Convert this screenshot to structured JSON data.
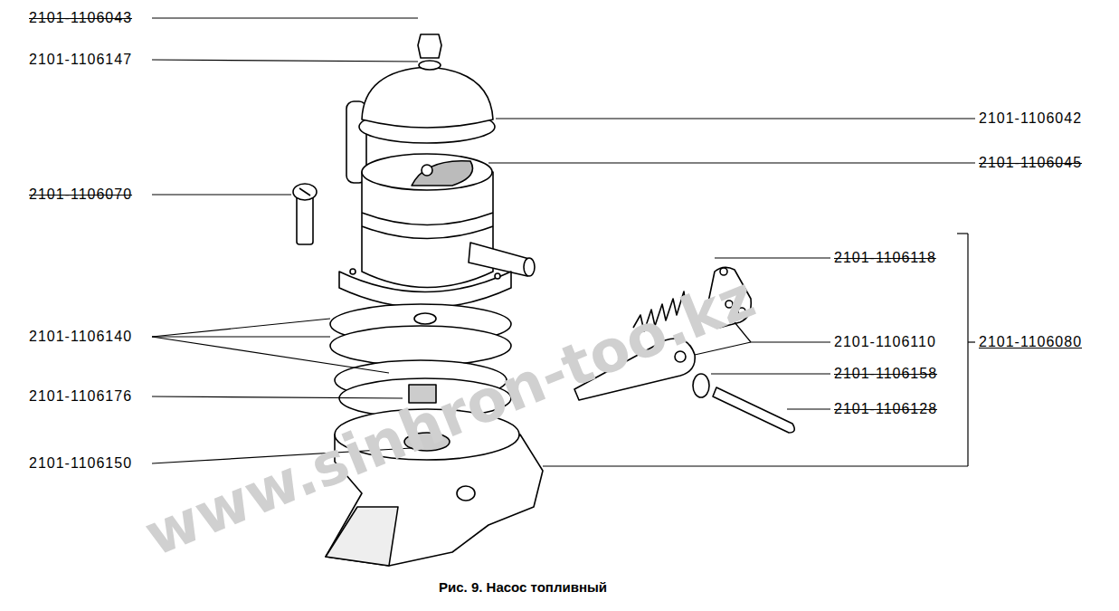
{
  "diagram": {
    "caption": "Рис. 9. Насос топливный",
    "labels": [
      "2101-1106043",
      "2101-1106147",
      "2101-1106042",
      "2101-1106045",
      "2101-1106070",
      "2101-1106118",
      "2101-1106140",
      "2101-1106110",
      "2101-1106080",
      "2101-1106158",
      "2101-1106176",
      "2101-1106128",
      "2101-1106150",
      "www.sinhron-too.kz"
    ]
  }
}
